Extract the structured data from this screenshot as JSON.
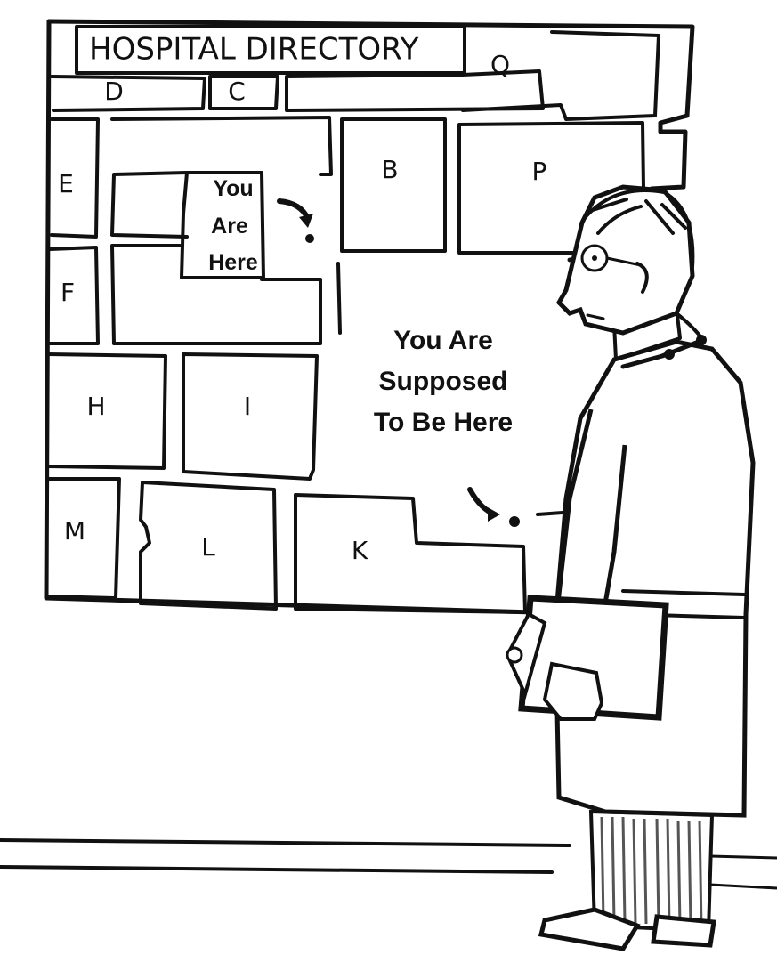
{
  "directory": {
    "title": "HOSPITAL DIRECTORY",
    "rooms": {
      "d": "D",
      "c": "C",
      "q": "Q",
      "e": "E",
      "b": "B",
      "p": "P",
      "f": "F",
      "h": "H",
      "i": "I",
      "m": "M",
      "l": "L",
      "k": "K"
    },
    "you_are_here": [
      "You",
      "Are",
      "Here"
    ],
    "supposed_to_be_here": [
      "You Are",
      "Supposed",
      "To Be Here"
    ]
  },
  "colors": {
    "ink": "#111111",
    "paper": "#ffffff",
    "pants_stripe": "#555555"
  }
}
